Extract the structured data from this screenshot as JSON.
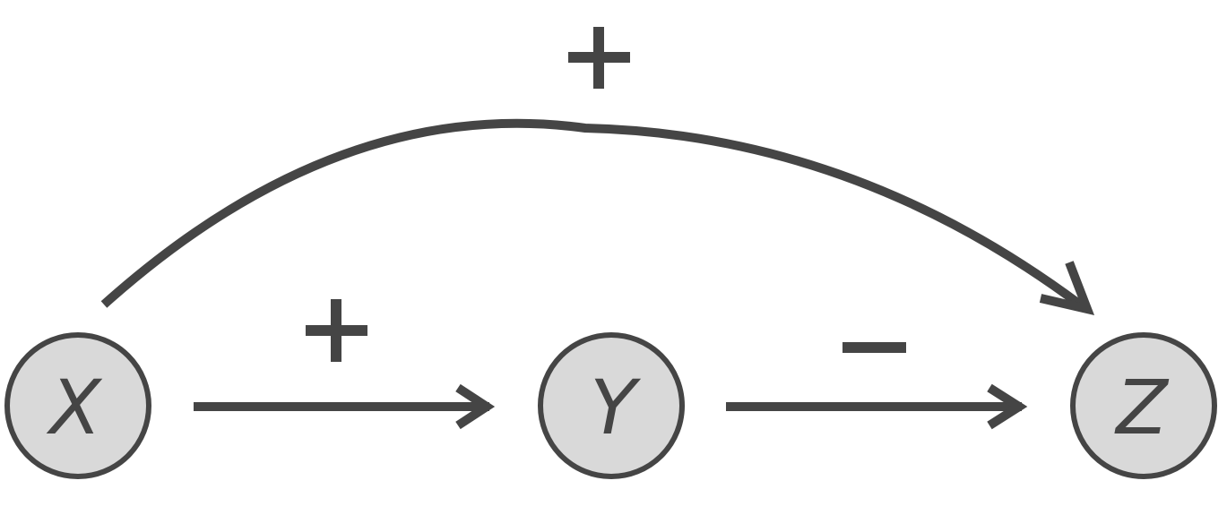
{
  "colors": {
    "ink": "#454545",
    "node_fill": "#d9d9d9",
    "background": "#ffffff"
  },
  "nodes": [
    {
      "id": "x",
      "label": "X"
    },
    {
      "id": "y",
      "label": "Y"
    },
    {
      "id": "z",
      "label": "Z"
    }
  ],
  "edges": [
    {
      "from": "X",
      "to": "Y",
      "sign": "+"
    },
    {
      "from": "Y",
      "to": "Z",
      "sign": "−"
    },
    {
      "from": "X",
      "to": "Z",
      "sign": "+"
    }
  ]
}
